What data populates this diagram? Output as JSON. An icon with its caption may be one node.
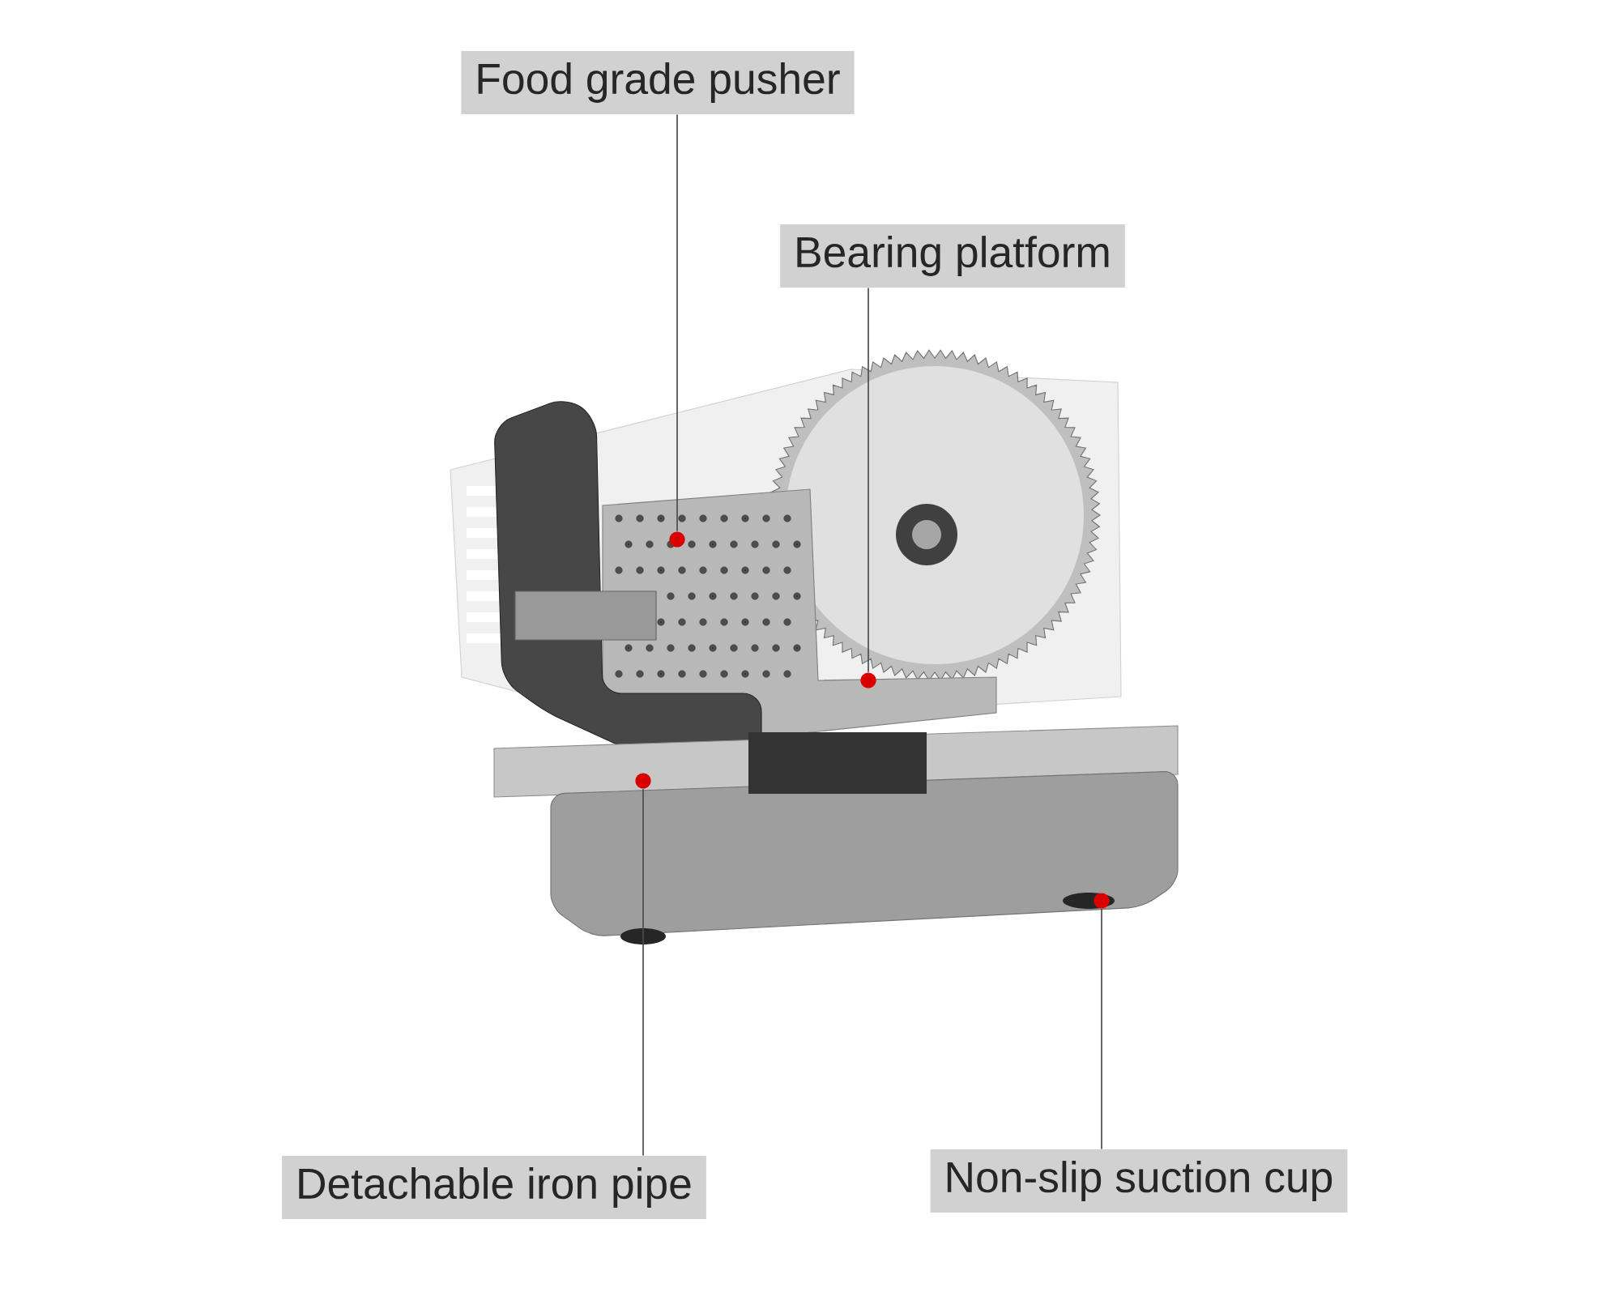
{
  "diagram": {
    "nodes": [
      {
        "text": [
          "Food grade pusher"
        ]
      },
      {
        "text": [
          "Bearing platform"
        ]
      },
      {
        "text": [
          "Detachable iron pipe"
        ]
      },
      {
        "text": [
          "Non-slip suction cup"
        ]
      },
      {
        "text": [],
        "shape": "circle"
      },
      {
        "text": [],
        "shape": "circle"
      },
      {
        "text": [],
        "shape": "circle"
      },
      {
        "text": [],
        "shape": "circle"
      }
    ],
    "edges": [
      {
        "from": 0,
        "to": 4,
        "arrow": "none"
      },
      {
        "from": 1,
        "to": 5,
        "arrow": "none"
      },
      {
        "from": 2,
        "to": 6,
        "arrow": "none"
      },
      {
        "from": 3,
        "to": 7,
        "arrow": "none"
      }
    ]
  }
}
